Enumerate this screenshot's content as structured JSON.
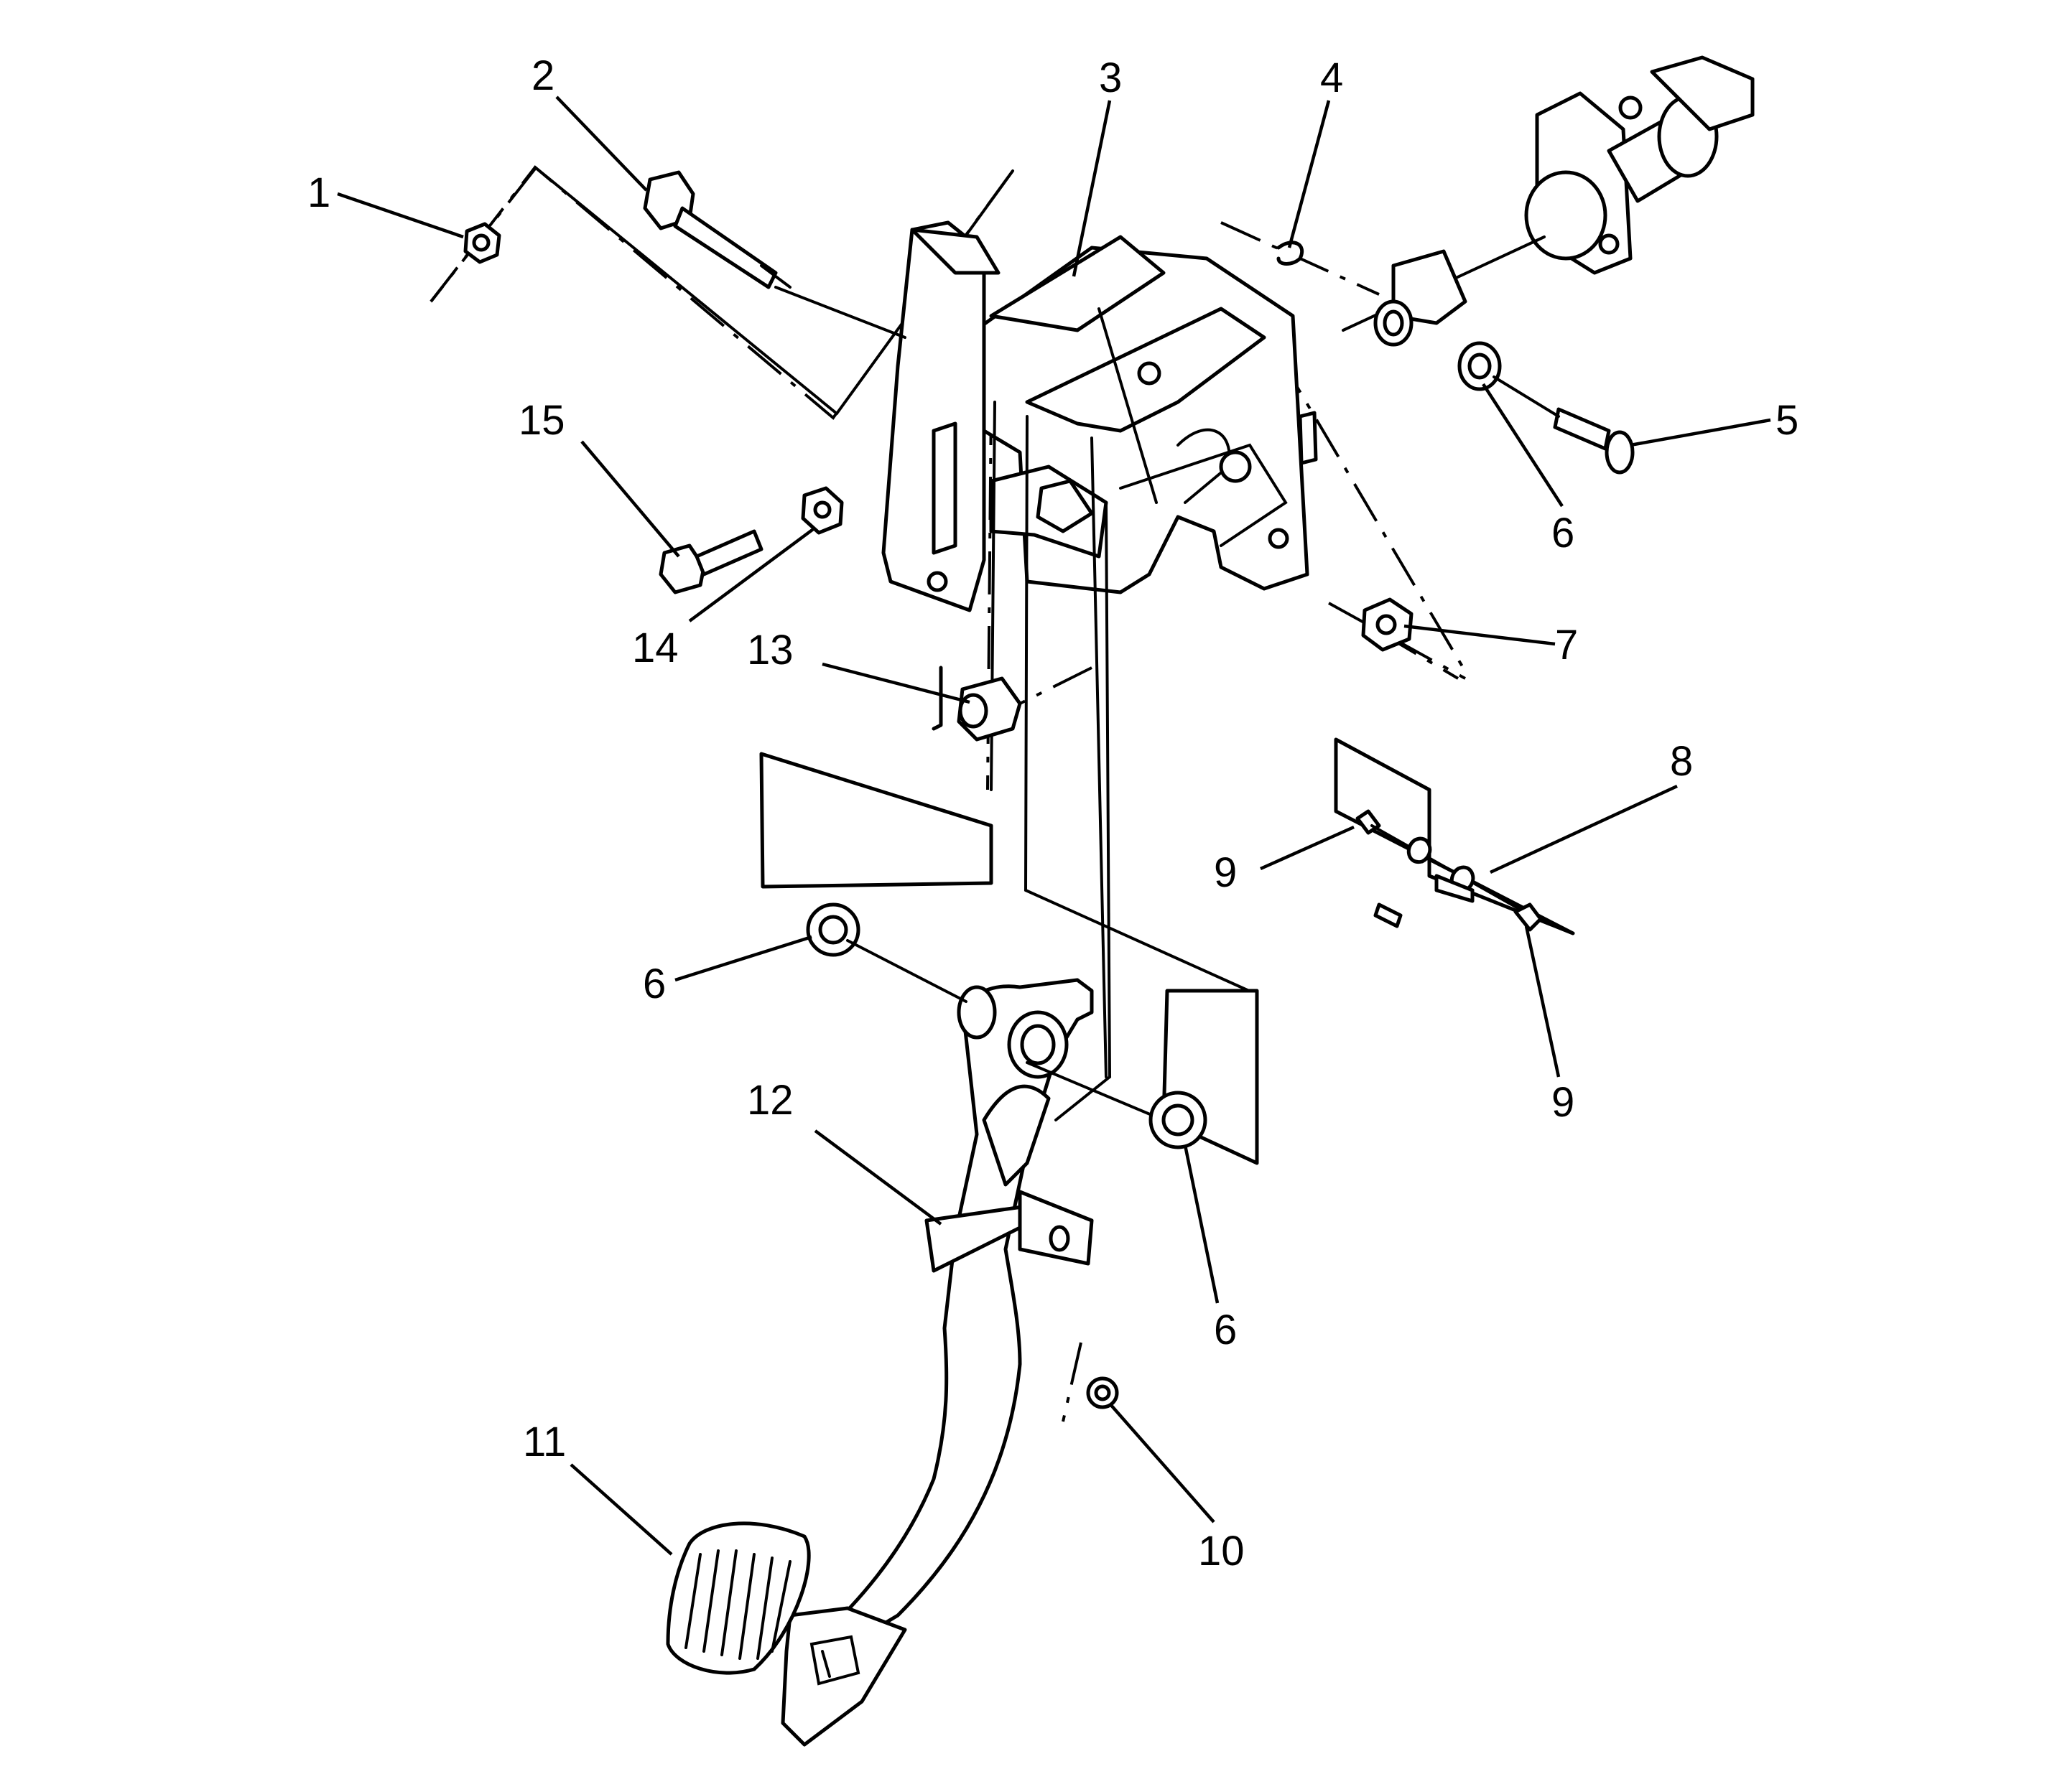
{
  "diagram": {
    "callouts": [
      {
        "id": "c1",
        "label": "1"
      },
      {
        "id": "c2",
        "label": "2"
      },
      {
        "id": "c3",
        "label": "3"
      },
      {
        "id": "c4",
        "label": "4"
      },
      {
        "id": "c5",
        "label": "5"
      },
      {
        "id": "c6a",
        "label": "6"
      },
      {
        "id": "c7",
        "label": "7"
      },
      {
        "id": "c8",
        "label": "8"
      },
      {
        "id": "c9a",
        "label": "9"
      },
      {
        "id": "c9b",
        "label": "9"
      },
      {
        "id": "c6b",
        "label": "6"
      },
      {
        "id": "c6c",
        "label": "6"
      },
      {
        "id": "c10",
        "label": "10"
      },
      {
        "id": "c11",
        "label": "11"
      },
      {
        "id": "c12",
        "label": "12"
      },
      {
        "id": "c13",
        "label": "13"
      },
      {
        "id": "c14",
        "label": "14"
      },
      {
        "id": "c15",
        "label": "15"
      }
    ]
  }
}
